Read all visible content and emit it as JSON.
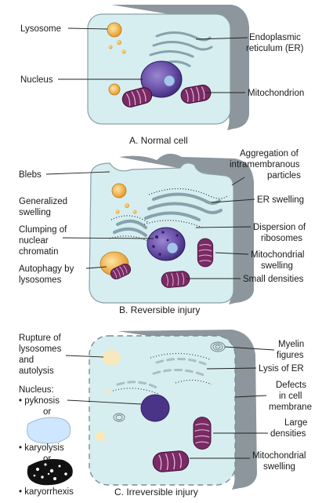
{
  "panel_a": {
    "caption": "A. Normal cell",
    "labels": {
      "lysosome": "Lysosome",
      "nucleus": "Nucleus",
      "er_line1": "Endoplasmic",
      "er_line2": "reticulum (ER)",
      "mitochondrion": "Mitochondrion"
    }
  },
  "panel_b": {
    "caption": "B. Reversible injury",
    "labels": {
      "aggregation_line1": "Aggregation of",
      "aggregation_line2": "intramembranous",
      "aggregation_line3": "particles",
      "blebs": "Blebs",
      "gen_line1": "Generalized",
      "gen_line2": "swelling",
      "er_swelling": "ER swelling",
      "clump_line1": "Clumping of",
      "clump_line2": "nuclear",
      "clump_line3": "chromatin",
      "disp_line1": "Dispersion of",
      "disp_line2": "ribosomes",
      "auto_line1": "Autophagy by",
      "auto_line2": "lysosomes",
      "mito_line1": "Mitochondrial",
      "mito_line2": "swelling",
      "small_densities": "Small densities"
    }
  },
  "panel_c": {
    "caption": "C. Irreversible injury",
    "labels": {
      "rupture_line1": "Rupture of",
      "rupture_line2": "lysosomes",
      "rupture_line3": "and",
      "rupture_line4": "autolysis",
      "myelin_line1": "Myelin",
      "myelin_line2": "figures",
      "lysis_er": "Lysis of ER",
      "nucleus_heading": "Nucleus:",
      "pyknosis": "• pyknosis",
      "or_1": "or",
      "karyolysis": "• karyolysis",
      "or_2": "or",
      "karyorrhexis": "• karyorrhexis",
      "defects_line1": "Defects",
      "defects_line2": "in cell",
      "defects_line3": "membrane",
      "large_line1": "Large",
      "large_line2": "densities",
      "mito_line1": "Mitochondrial",
      "mito_line2": "swelling"
    }
  },
  "colors": {
    "cytoplasm": "#d6eef0",
    "membrane_side": "#8c969c",
    "nucleus": "#6a50a8",
    "lysosome": "#f2b24a",
    "mitochondrion": "#7a2a64",
    "er": "#86a3ac"
  }
}
